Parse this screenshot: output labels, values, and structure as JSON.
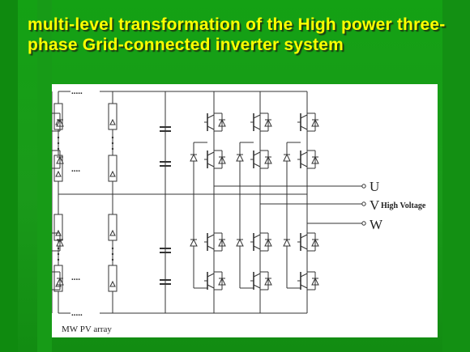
{
  "slide": {
    "title": "multi-level transformation of the High power three-phase Grid-connected inverter system"
  },
  "figure": {
    "phase_labels": [
      "U",
      "V",
      "W"
    ],
    "output_label": "High Voltage",
    "array_label": "MW PV array",
    "dots": "....",
    "dots_long": "....."
  },
  "colors": {
    "background": "#14a114",
    "title": "#ffff00",
    "figure_bg": "#ffffff",
    "wire": "#333333"
  }
}
